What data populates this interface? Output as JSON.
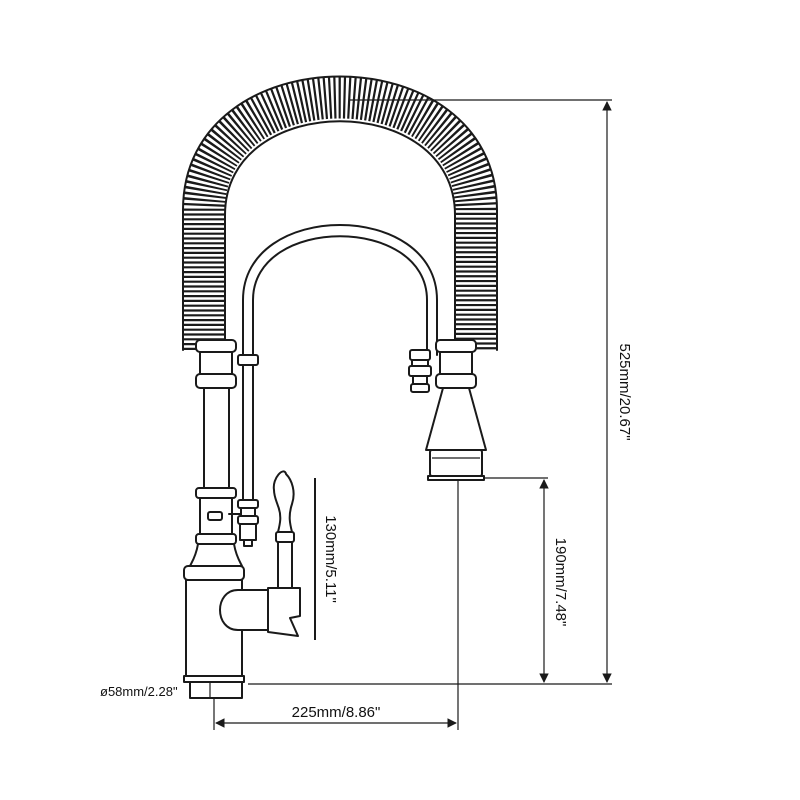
{
  "diagram": {
    "dimensions": {
      "total_height": "525mm/20.67\"",
      "spout_height": "190mm/7.48\"",
      "handle_height": "130mm/5.11\"",
      "reach": "225mm/8.86\"",
      "base_diameter": "ø58mm/2.28\""
    },
    "colors": {
      "line": "#1a1a1a",
      "background": "#ffffff"
    }
  }
}
